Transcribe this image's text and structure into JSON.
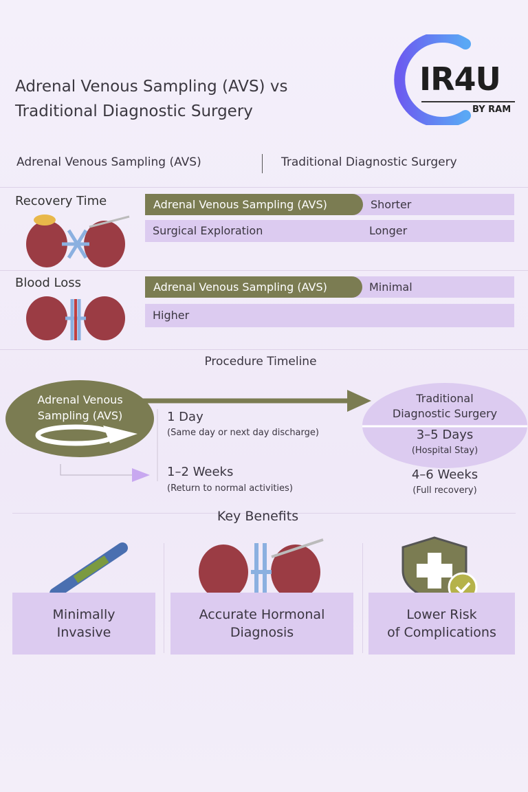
{
  "title": {
    "line1": "Adrenal Venous Sampling (AVS) vs",
    "line2": "Traditional Diagnostic Surgery"
  },
  "logo": {
    "name": "IR4U",
    "sub": "BY RAM"
  },
  "header": {
    "left": "Adrenal Venous Sampling (AVS)",
    "right": "Traditional Diagnostic Surgery"
  },
  "recovery": {
    "label": "Recovery Time",
    "row1": {
      "name": "Adrenal Venous Sampling (AVS)",
      "value": "Shorter"
    },
    "row2": {
      "name": "Surgical Exploration",
      "value": "Longer"
    }
  },
  "blood": {
    "label": "Blood Loss",
    "row1": {
      "name": "Adrenal Venous Sampling (AVS)",
      "value": "Minimal"
    },
    "row2": {
      "value": "Higher"
    }
  },
  "timeline": {
    "title": "Procedure Timeline",
    "avs": "Adrenal Venous Sampling (AVS)",
    "avs1": "Adrenal Venous",
    "avs2": "Sampling (AVS)",
    "t1": "1 Day",
    "t1_note": "(Same day or next day discharge)",
    "t2": "1–2 Weeks",
    "t2_note": "(Return to normal activities)",
    "surg1": "Traditional",
    "surg2": "Diagnostic Surgery",
    "s1": "3–5 Days",
    "s1_note": "(Hospital Stay)",
    "s2": "4–6 Weeks",
    "s2_note": "(Full recovery)"
  },
  "benefits": {
    "title": "Key Benefits",
    "items": [
      {
        "l1": "Minimally",
        "l2": "Invasive"
      },
      {
        "l1": "Accurate Hormonal",
        "l2": "Diagnosis"
      },
      {
        "l1": "Lower Risk",
        "l2": "of Complications"
      }
    ]
  },
  "colors": {
    "green": "#7b7c52",
    "purple": "#dccbf0",
    "accent": "#6c63f0"
  }
}
